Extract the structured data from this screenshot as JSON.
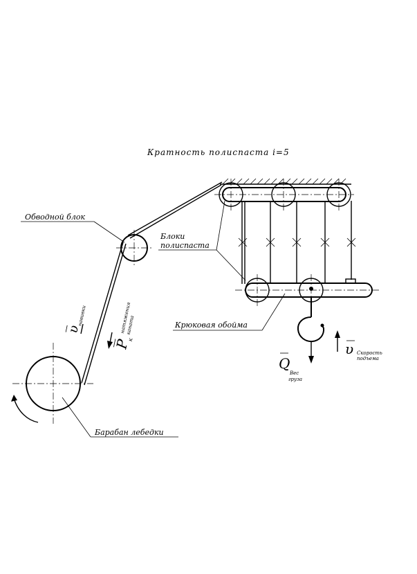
{
  "title": "Кратность полиспаста i=5",
  "labels": {
    "bypass_block": "Обводной блок",
    "pulley_blocks_1": "Блоки",
    "pulley_blocks_2": "полиспаста",
    "hook_block": "Крюковая обойма",
    "winch_drum": "Барабан лебедки",
    "v_wind": "υ",
    "v_wind_sub": "навивки",
    "p_force": "P",
    "p_sub_k": "к",
    "p_sub_1": "натяжения",
    "p_sub_2": "каната",
    "q_load": "Q",
    "q_sub_1": "Вес",
    "q_sub_2": "груза",
    "v_lift": "υ",
    "v_lift_sub_1": "Скорость",
    "v_lift_sub_2": "подъема"
  }
}
